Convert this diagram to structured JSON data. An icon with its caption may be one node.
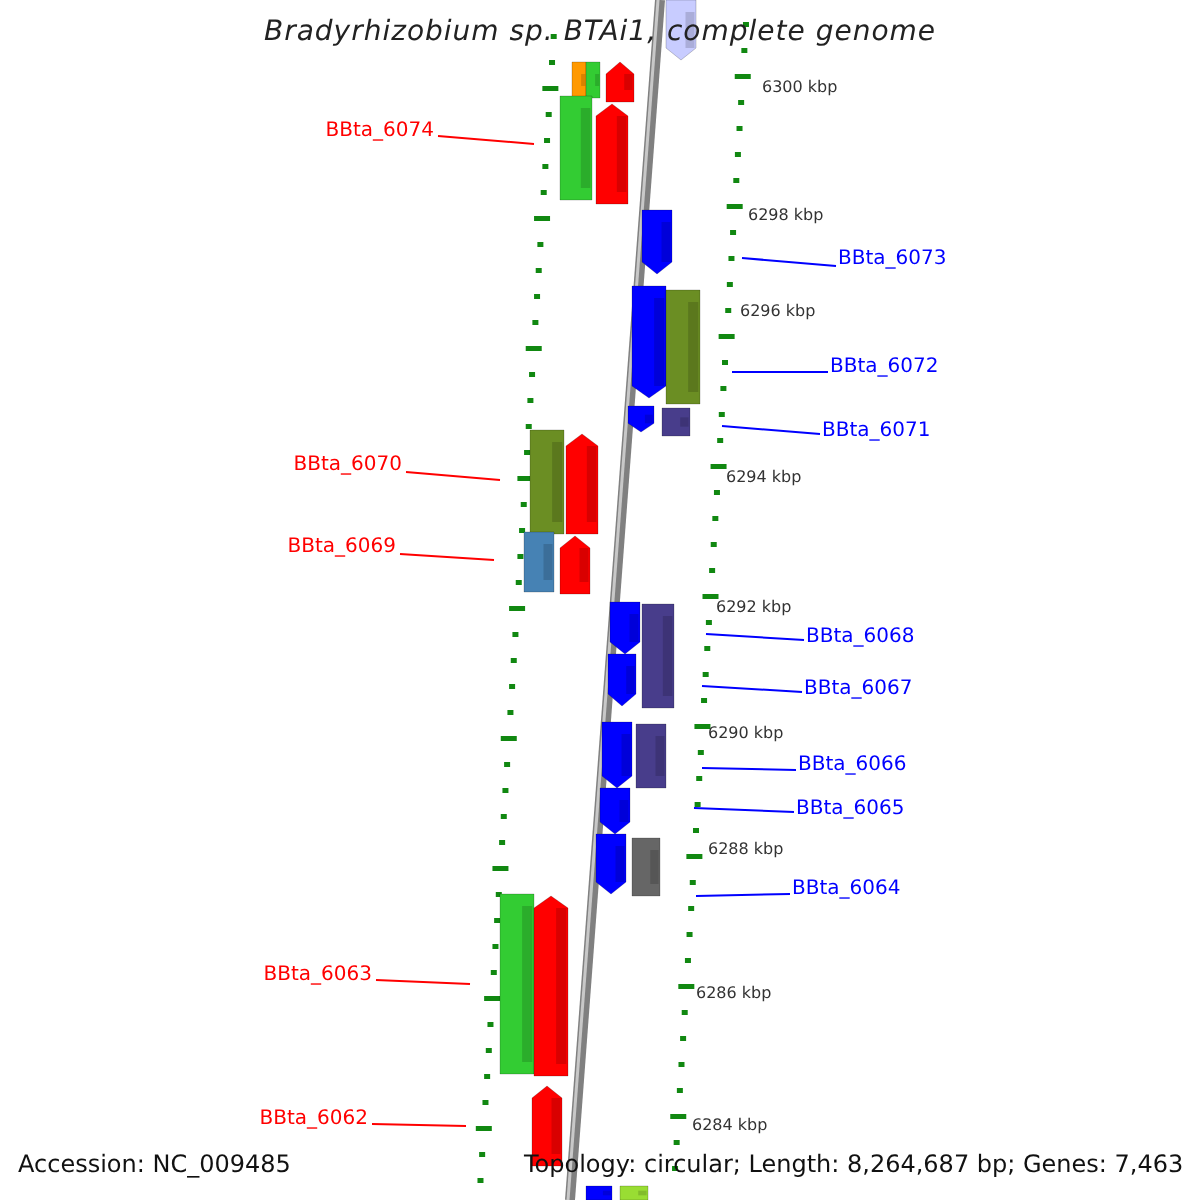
{
  "diagram": {
    "title": "Bradyrhizobium sp. BTAi1, complete genome",
    "nodes": [
      {
        "text": [
          "BBta_6074"
        ]
      },
      {
        "text": [
          "BBta_6073"
        ]
      },
      {
        "text": [
          "BBta_6072"
        ]
      },
      {
        "text": [
          "BBta_6071"
        ]
      },
      {
        "text": [
          "BBta_6070"
        ]
      },
      {
        "text": [
          "BBta_6069"
        ]
      },
      {
        "text": [
          "BBta_6068"
        ]
      },
      {
        "text": [
          "BBta_6067"
        ]
      },
      {
        "text": [
          "BBta_6066"
        ]
      },
      {
        "text": [
          "BBta_6065"
        ]
      },
      {
        "text": [
          "BBta_6064"
        ]
      },
      {
        "text": [
          "BBta_6063"
        ]
      },
      {
        "text": [
          "BBta_6062"
        ]
      }
    ],
    "edges": [
      {
        "from": 0,
        "to": null,
        "arrow": "none",
        "color": "#ff0000"
      },
      {
        "from": 1,
        "to": null,
        "arrow": "none",
        "color": "#0000ff"
      },
      {
        "from": 2,
        "to": null,
        "arrow": "none",
        "color": "#0000ff"
      },
      {
        "from": 3,
        "to": null,
        "arrow": "none",
        "color": "#0000ff"
      },
      {
        "from": 4,
        "to": null,
        "arrow": "none",
        "color": "#ff0000"
      },
      {
        "from": 5,
        "to": null,
        "arrow": "none",
        "color": "#ff0000"
      },
      {
        "from": 6,
        "to": null,
        "arrow": "none",
        "color": "#0000ff"
      },
      {
        "from": 7,
        "to": null,
        "arrow": "none",
        "color": "#0000ff"
      },
      {
        "from": 8,
        "to": null,
        "arrow": "none",
        "color": "#0000ff"
      },
      {
        "from": 9,
        "to": null,
        "arrow": "none",
        "color": "#0000ff"
      },
      {
        "from": 10,
        "to": null,
        "arrow": "none",
        "color": "#0000ff"
      },
      {
        "from": 11,
        "to": null,
        "arrow": "none",
        "color": "#ff0000"
      },
      {
        "from": 12,
        "to": null,
        "arrow": "none",
        "color": "#ff0000"
      }
    ],
    "labels": [
      "6300 kbp",
      "6298 kbp",
      "6296 kbp",
      "6294 kbp",
      "6292 kbp",
      "6290 kbp",
      "6288 kbp",
      "6286 kbp",
      "6284 kbp",
      "Accession: NC_009485",
      "Topology: circular; Length: 8,264,687 bp; Genes: 7,463"
    ]
  }
}
